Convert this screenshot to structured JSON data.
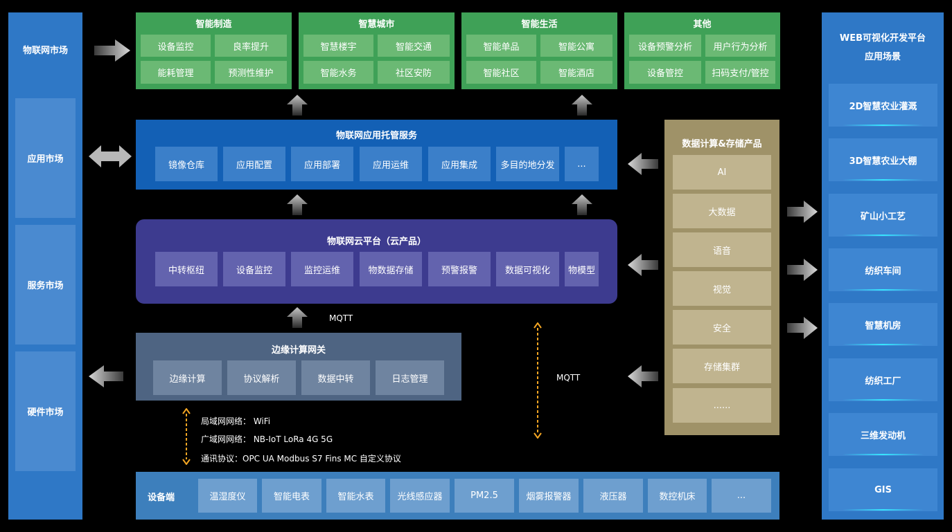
{
  "left_column": {
    "items": [
      "物联网市场",
      "应用市场",
      "服务市场",
      "硬件市场"
    ]
  },
  "top_blocks": [
    {
      "title": "智能制造",
      "items": [
        "设备监控",
        "良率提升",
        "能耗管理",
        "预测性维护"
      ]
    },
    {
      "title": "智慧城市",
      "items": [
        "智慧楼宇",
        "智能交通",
        "智能水务",
        "社区安防"
      ]
    },
    {
      "title": "智能生活",
      "items": [
        "智能单品",
        "智能公寓",
        "智能社区",
        "智能酒店"
      ]
    },
    {
      "title": "其他",
      "items": [
        "设备预警分析",
        "用户行为分析",
        "设备管控",
        "扫码支付/管控"
      ]
    }
  ],
  "hosting": {
    "title": "物联网应用托管服务",
    "items": [
      "镜像仓库",
      "应用配置",
      "应用部署",
      "应用运维",
      "应用集成",
      "多目的地分发",
      "..."
    ]
  },
  "cloud": {
    "title": "物联网云平台（云产品）",
    "items": [
      "中转枢纽",
      "设备监控",
      "监控运维",
      "物数据存储",
      "预警报警",
      "数据可视化",
      "物模型"
    ]
  },
  "mqtt_label_1": "MQTT",
  "mqtt_label_2": "MQTT",
  "edge": {
    "title": "边缘计算网关",
    "items": [
      "边缘计算",
      "协议解析",
      "数据中转",
      "日志管理"
    ]
  },
  "network_info": {
    "lan": "局域网网络：  WiFi",
    "wan": "广域网网络：  NB-IoT LoRa 4G 5G",
    "protocol": "通讯协议：OPC UA Modbus S7 Fins MC 自定义协议"
  },
  "data_products": {
    "title": "数据计算&存储产品",
    "items": [
      "AI",
      "大数据",
      "语音",
      "视觉",
      "安全",
      "存储集群",
      "......"
    ]
  },
  "devices": {
    "title": "设备端",
    "items": [
      "温湿度仪",
      "智能电表",
      "智能水表",
      "光线感应器",
      "PM2.5",
      "烟雾报警器",
      "液压器",
      "数控机床",
      "..."
    ]
  },
  "right_column": {
    "title_line1": "WEB可视化开发平台",
    "title_line2": "应用场景",
    "items": [
      "2D智慧农业灌溉",
      "3D智慧农业大棚",
      "矿山小工艺",
      "纺织车间",
      "智慧机房",
      "纺织工厂",
      "三维发动机",
      "GIS"
    ]
  },
  "colors": {
    "blue_frame": "#2f78c6",
    "green": "#3fa157",
    "hosting": "#1360b5",
    "cloud": "#3d3b8f",
    "edge": "#4e6482",
    "data": "#9f9268",
    "accent_dashed": "#f5a623"
  }
}
